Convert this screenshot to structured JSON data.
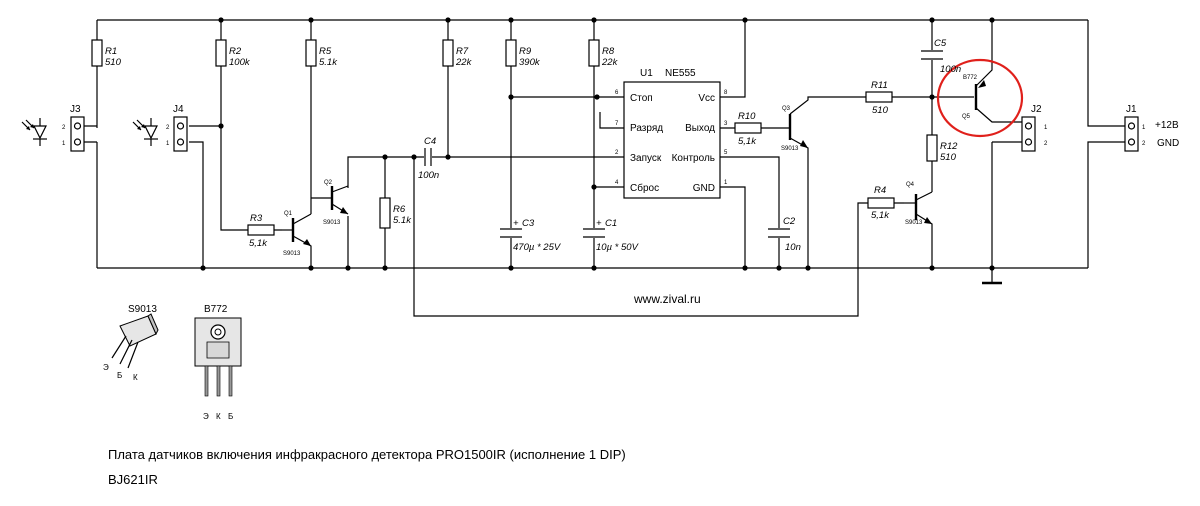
{
  "components": {
    "J1": {
      "ref": "J1",
      "pins": [
        "1",
        "2"
      ],
      "nets": [
        "+12В",
        "GND"
      ]
    },
    "J2": {
      "ref": "J2",
      "pins": [
        "1",
        "2"
      ]
    },
    "J3": {
      "ref": "J3",
      "pins": [
        "2",
        "1"
      ]
    },
    "J4": {
      "ref": "J4",
      "pins": [
        "2",
        "1"
      ]
    },
    "R1": {
      "ref": "R1",
      "value": "510"
    },
    "R2": {
      "ref": "R2",
      "value": "100k"
    },
    "R3": {
      "ref": "R3",
      "value": "5,1k"
    },
    "R4": {
      "ref": "R4",
      "value": "5,1k"
    },
    "R5": {
      "ref": "R5",
      "value": "5.1k"
    },
    "R6": {
      "ref": "R6",
      "value": "5.1k"
    },
    "R7": {
      "ref": "R7",
      "value": "22k"
    },
    "R8": {
      "ref": "R8",
      "value": "22k"
    },
    "R9": {
      "ref": "R9",
      "value": "390k"
    },
    "R10": {
      "ref": "R10",
      "value": "5,1k"
    },
    "R11": {
      "ref": "R11",
      "value": "510"
    },
    "R12": {
      "ref": "R12",
      "value": "510"
    },
    "C1": {
      "ref": "C1",
      "value": "10µ * 50V"
    },
    "C2": {
      "ref": "C2",
      "value": "10n"
    },
    "C3": {
      "ref": "C3",
      "value": "470µ * 25V"
    },
    "C4": {
      "ref": "C4",
      "value": "100n"
    },
    "C5": {
      "ref": "C5",
      "value": "100n"
    },
    "Q1": {
      "ref": "Q1",
      "type": "S9013"
    },
    "Q2": {
      "ref": "Q2",
      "type": "S9013"
    },
    "Q3": {
      "ref": "Q3",
      "type": "S9013"
    },
    "Q4": {
      "ref": "Q4",
      "type": "S9013"
    },
    "Q5": {
      "ref": "Q5",
      "type": "B772"
    },
    "U1": {
      "ref": "U1",
      "type": "NE555",
      "pins_left": [
        {
          "num": "6",
          "name": "Стоп"
        },
        {
          "num": "7",
          "name": "Разряд"
        },
        {
          "num": "2",
          "name": "Запуск"
        },
        {
          "num": "4",
          "name": "Сброс"
        }
      ],
      "pins_right": [
        {
          "num": "8",
          "name": "Vcc"
        },
        {
          "num": "3",
          "name": "Выход"
        },
        {
          "num": "5",
          "name": "Контроль"
        },
        {
          "num": "1",
          "name": "GND"
        }
      ]
    }
  },
  "polarity_mark": "+",
  "packages": {
    "to92": {
      "name": "S9013",
      "pins": [
        "Э",
        "Б",
        "К"
      ]
    },
    "to126": {
      "name": "B772",
      "pins": [
        "Э",
        "К",
        "Б"
      ]
    }
  },
  "website": "www.zival.ru",
  "caption": {
    "line1": "Плата датчиков включения инфракрасного детектора PRO1500IR (исполнение 1 DIP)",
    "line2": "BJ621IR"
  },
  "highlight": {
    "target": "Q5",
    "color": "#e0201b"
  }
}
